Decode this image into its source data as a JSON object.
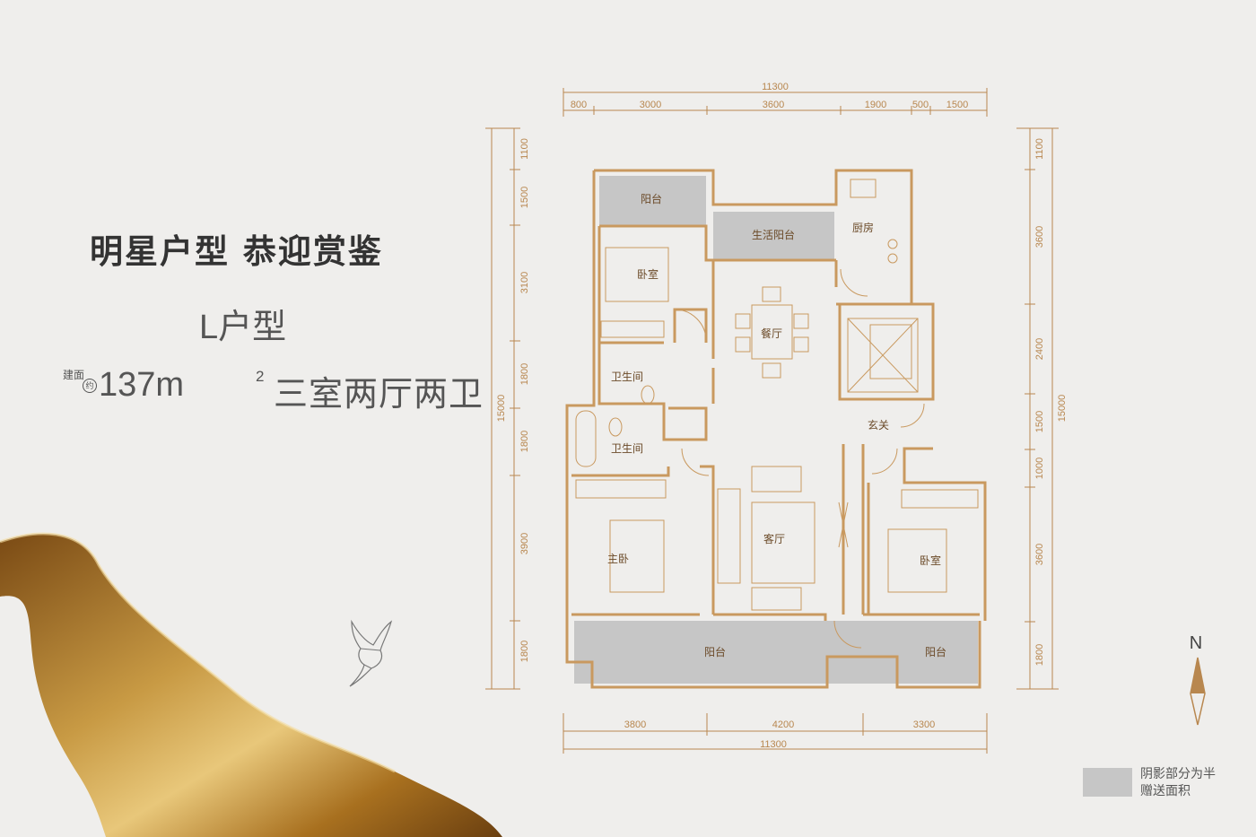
{
  "headline": "明星户型 恭迎赏鉴",
  "unit_name": "L户型",
  "area": {
    "prefix": "建面",
    "approx_mark": "约",
    "value": "137m",
    "superscript": "2",
    "description": "三室两厅两卫"
  },
  "legend": {
    "text": "阴影部分为半赠送面积",
    "swatch_color": "#c6c6c6"
  },
  "compass": {
    "label": "N"
  },
  "colors": {
    "wall": "#c9995f",
    "dim_line": "#b8874f",
    "shade": "#c6c6c6",
    "text_dark": "#333333"
  },
  "floorplan": {
    "dims_top": {
      "total": "11300",
      "segments": [
        "800",
        "3000",
        "3600",
        "1900",
        "500",
        "1500"
      ]
    },
    "dims_bottom": {
      "total": "11300",
      "segments": [
        "3800",
        "4200",
        "3300"
      ]
    },
    "dims_left": {
      "total": "15000",
      "segments": [
        "1100",
        "1500",
        "3100",
        "1800",
        "1800",
        "3900",
        "1800"
      ]
    },
    "dims_right": {
      "total": "15000",
      "segments": [
        "1100",
        "3600",
        "2400",
        "1500",
        "1000",
        "3600",
        "1800"
      ]
    },
    "rooms": {
      "balcony_nw": "阳台",
      "utility_balcony": "生活阳台",
      "kitchen": "厨房",
      "bedroom_nw": "卧室",
      "dining": "餐厅",
      "bathroom_1": "卫生间",
      "bathroom_2": "卫生间",
      "foyer": "玄关",
      "master_bedroom": "主卧",
      "living": "客厅",
      "bedroom_se": "卧室",
      "balcony_s1": "阳台",
      "balcony_s2": "阳台"
    }
  }
}
